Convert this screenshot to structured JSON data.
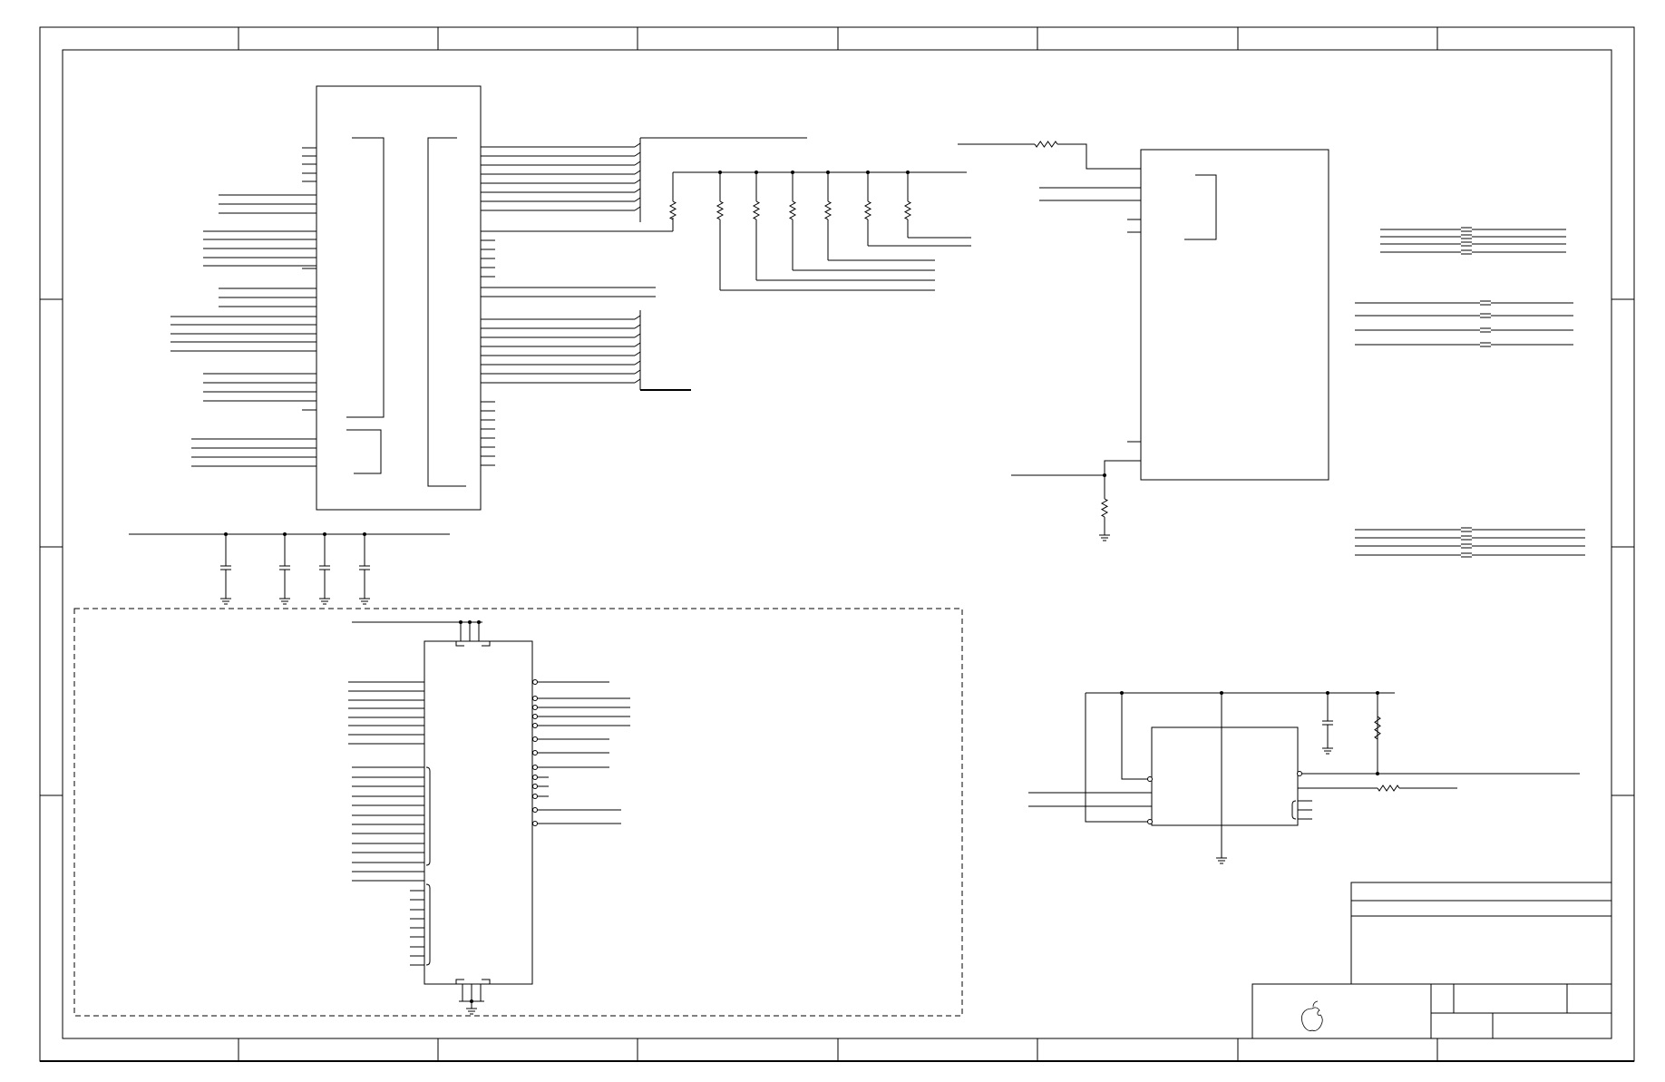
{
  "document": {
    "kind": "schematic-sheet",
    "title_block": {
      "logo": "apple-logo",
      "fields": []
    }
  },
  "components": [
    {
      "name": "ic-u1-main",
      "type": "ic"
    },
    {
      "name": "ic-u2-top-right",
      "type": "ic"
    },
    {
      "name": "ic-u3-dashed-region",
      "type": "ic"
    },
    {
      "name": "ic-u4-bottom-right",
      "type": "ic"
    },
    {
      "name": "pullup-resistor-array",
      "type": "resistor",
      "count": 7
    },
    {
      "name": "decoupling-capacitors",
      "type": "capacitor",
      "count": 4
    },
    {
      "name": "series-resistors",
      "type": "resistor",
      "count": 3
    },
    {
      "name": "bypass-capacitor-u4",
      "type": "capacitor",
      "count": 1
    },
    {
      "name": "ground-symbols",
      "type": "ground",
      "count": 8
    }
  ],
  "colors": {
    "ink": "#000000",
    "paper": "#ffffff"
  }
}
